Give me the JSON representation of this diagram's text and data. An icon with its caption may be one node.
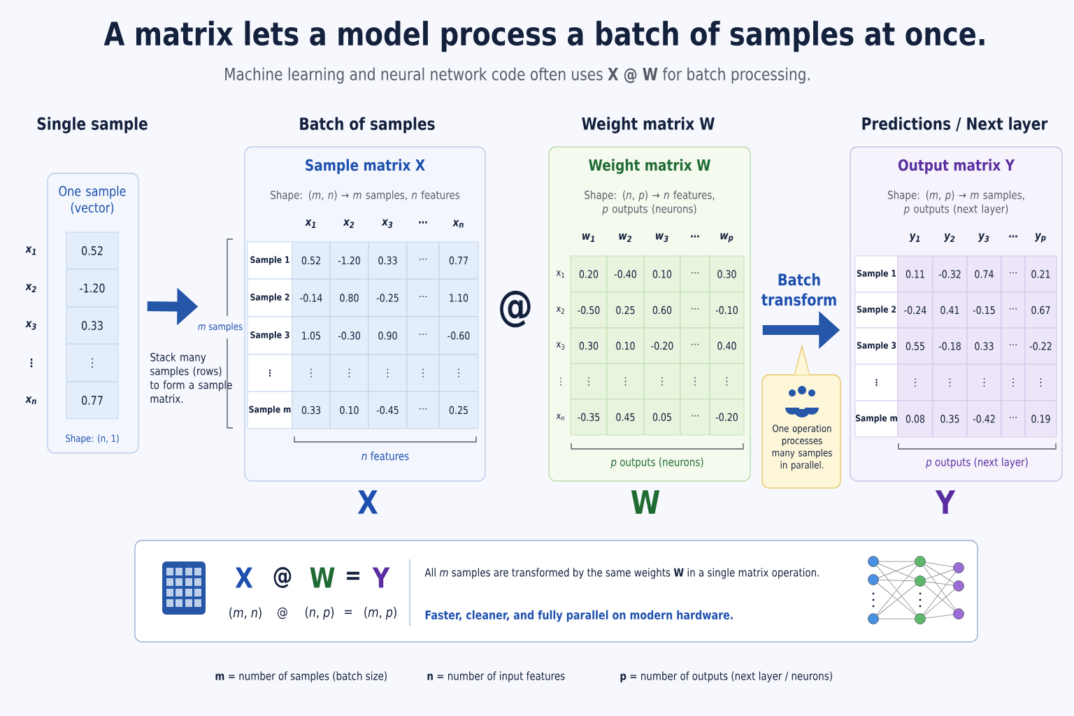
{
  "diagram": {
    "title": "A matrix lets a model process a batch of samples at once.",
    "nodes": [
      {
        "text": [
          "One sample (vector)",
          "0.52",
          "-1.20",
          "0.33",
          "⋮",
          "0.77",
          "Shape: (n, 1)"
        ],
        "beside": [
          "x$_{1}$",
          "x$_{2}$",
          "x$_{3}$",
          "⋮",
          "x$_{n}$"
        ]
      },
      {
        "text": [
          "Sample matrix X",
          "Shape: (*m*, *n*) → *m* samples, *n* features",
          "x$_{1}$",
          "x$_{2}$",
          "x$_{3}$",
          "⋯",
          "x$_{n}$",
          "Sample 1",
          "0.52",
          "-1.20",
          "0.33",
          "⋯",
          "0.77",
          "Sample 2",
          "-0.14",
          "0.80",
          "-0.25",
          "⋯",
          "1.10",
          "Sample 3",
          "1.05",
          "-0.30",
          "0.90",
          "⋯",
          "-0.60",
          "⋮",
          "⋮",
          "⋮",
          "⋮",
          "⋮",
          "⋮",
          "Sample m",
          "0.33",
          "0.10",
          "-0.45",
          "⋯",
          "0.25",
          "*n* features"
        ],
        "beside": [
          "*m* samples"
        ]
      },
      {
        "text": [
          "Weight matrix W",
          "Shape: (*n*, *p*) → *n* features, *p* outputs (neurons)",
          "w$_{1}$",
          "w$_{2}$",
          "w$_{3}$",
          "⋯",
          "w$_{p}$",
          "x$_{1}$",
          "0.20",
          "-0.40",
          "0.10",
          "⋯",
          "0.30",
          "x$_{2}$",
          "-0.50",
          "0.25",
          "0.60",
          "⋯",
          "-0.10",
          "x$_{3}$",
          "0.30",
          "0.10",
          "-0.20",
          "⋯",
          "0.40",
          "⋮",
          "⋮",
          "⋮",
          "⋮",
          "⋮",
          "⋮",
          "x$_{n}$",
          "-0.35",
          "0.45",
          "0.05",
          "⋯",
          "-0.20",
          "*p* outputs (neurons)"
        ]
      },
      {
        "text": [
          "One operation processes many samples in parallel."
        ]
      },
      {
        "text": [
          "Output matrix Y",
          "Shape: (*m*, *p*) → *m* samples, *p* outputs (next layer)",
          "y$_{1}$",
          "y$_{2}$",
          "y$_{3}$",
          "⋯",
          "y$_{p}$",
          "Sample 1",
          "0.11",
          "-0.32",
          "0.74",
          "⋯",
          "0.21",
          "Sample 2",
          "-0.24",
          "0.41",
          "-0.15",
          "⋯",
          "0.67",
          "Sample 3",
          "0.55",
          "-0.18",
          "0.33",
          "⋯",
          "-0.22",
          "⋮",
          "⋮",
          "⋮",
          "⋮",
          "⋮",
          "⋮",
          "Sample m",
          "0.08",
          "0.35",
          "-0.42",
          "⋯",
          "0.19",
          "*p* outputs (next layer)"
        ]
      },
      {
        "text": [
          "X",
          "@",
          "W",
          "=",
          "Y",
          "(*m*, *n*)",
          "@",
          "(*n*, *p*)",
          "=",
          "(*m*, *p*)",
          "All *m* samples are transformed by the same weights **W** in a single matrix operation.",
          "Faster, cleaner, and fully parallel on modern hardware."
        ]
      }
    ],
    "edges": [
      {
        "from": 0,
        "to": 1,
        "arrow": "to"
      },
      {
        "from": 2,
        "to": 4,
        "arrow": "to",
        "label": "Batch transform"
      }
    ],
    "labels": [
      "Machine learning and neural network code often uses **X @ W** for batch processing.",
      "Single sample",
      "Batch of samples",
      "Weight matrix W",
      "Predictions / Next layer",
      "Stack many samples (rows) to form a sample matrix.",
      "@",
      "X",
      "W",
      "Y",
      "**m** = number of samples (batch size)",
      "**n** = number of input features",
      "**p** = number of outputs (next layer / neurons)"
    ]
  }
}
